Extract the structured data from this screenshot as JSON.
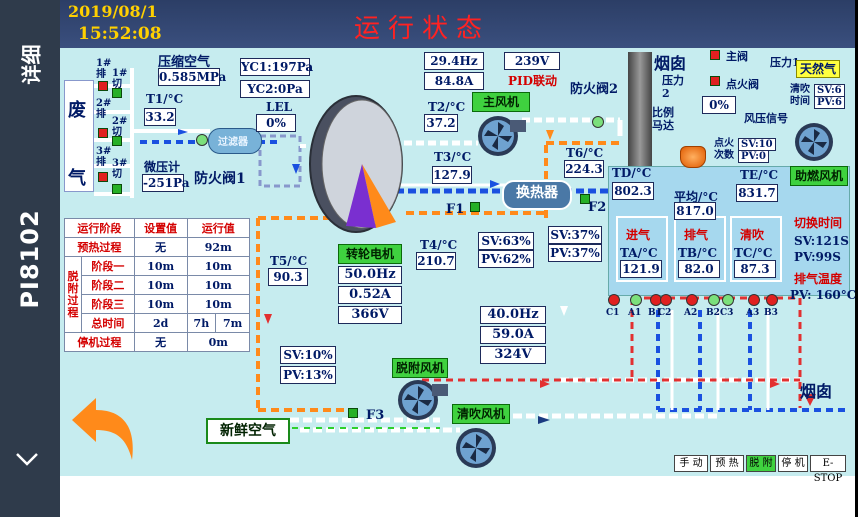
{
  "side": {
    "detail_label": "详细",
    "device_id": "PI8102",
    "back_icon": "chevron-down-icon"
  },
  "header": {
    "date": "2019/08/1",
    "time": "15:52:08",
    "title": "运行状态"
  },
  "waste_gas": {
    "label_top": "废",
    "label_bottom": "气"
  },
  "branches": [
    {
      "name": "1#排",
      "cut": "1#切"
    },
    {
      "name": "2#排",
      "cut": "2#切"
    },
    {
      "name": "3#排",
      "cut": "3#切"
    }
  ],
  "compressed_air": {
    "label": "压缩空气",
    "value": "0.585MPa"
  },
  "t1": {
    "label": "T1/°C",
    "value": "33.2"
  },
  "micro_pressure": {
    "label": "微压计",
    "value": "-251Pa"
  },
  "fire_valve1": "防火阀1",
  "fire_valve2": "防火阀2",
  "filter_label": "过滤器",
  "yc1": "YC1:197Pa",
  "yc2": "YC2:0Pa",
  "lel": {
    "label": "LEL",
    "value": "0%"
  },
  "t2": {
    "label": "T2/°C",
    "value": "37.2"
  },
  "main_fan": {
    "label": "主风机",
    "freq": "29.4Hz",
    "current": "84.8A",
    "voltage": "239V",
    "pid": "PID联动"
  },
  "t3": {
    "label": "T3/°C",
    "value": "127.9"
  },
  "heat_exchanger": "换热器",
  "f1": "F1",
  "f2": "F2",
  "f3": "F3",
  "t4": {
    "label": "T4/°C",
    "value": "210.7"
  },
  "sv63": "SV:63%",
  "pv62": "PV:62%",
  "t5": {
    "label": "T5/°C",
    "value": "90.3"
  },
  "rotor_motor": {
    "label": "转轮电机",
    "freq": "50.0Hz",
    "current": "0.52A",
    "voltage": "366V"
  },
  "t6": {
    "label": "T6/°C",
    "value": "224.3"
  },
  "sv37": "SV:37%",
  "pv37": "PV:37%",
  "chimney_label": "烟囱",
  "chimney_bottom": "烟囱",
  "td": {
    "label": "TD/°C",
    "value": "802.3"
  },
  "tavg": {
    "label": "平均/°C",
    "value": "817.0"
  },
  "te": {
    "label": "TE/°C",
    "value": "831.7"
  },
  "gas": {
    "main_valve": "主阀",
    "ignition_valve": "点火阀",
    "pressure1": "压力1",
    "pressure2": "压力2",
    "gas_label": "天然气",
    "valve_pct": "0%",
    "prop_motor": "比例马达",
    "clean_time": "清吹时间",
    "sv6": "SV:6",
    "pv6": "PV:6",
    "wind_signal": "风压信号",
    "ignition_count": "点火次数",
    "sv10": "SV:10",
    "pv0": "PV:0",
    "aux_fan": "助燃风机"
  },
  "zones": {
    "intake": {
      "title": "进气",
      "label": "TA/°C",
      "value": "121.9"
    },
    "exhaust": {
      "title": "排气",
      "label": "TB/°C",
      "value": "82.0"
    },
    "purge": {
      "title": "清吹",
      "label": "TC/°C",
      "value": "87.3"
    }
  },
  "switch_time": {
    "label": "切换时间",
    "sv": "SV:121S",
    "pv": "PV:99S"
  },
  "exhaust_temp": {
    "label": "排气温度",
    "pv": "PV: 160°C"
  },
  "lamps": [
    "C1",
    "A1",
    "B1",
    "C2",
    "A2",
    "B2",
    "C3",
    "A3",
    "B3"
  ],
  "phase_table": {
    "headers": [
      "运行阶段",
      "设置值",
      "运行值"
    ],
    "preheat": {
      "name": "预热过程",
      "set": "无",
      "run": "92m"
    },
    "desorb_group": "脱附过程",
    "stages": [
      {
        "name": "阶段一",
        "set": "10m",
        "run": "10m"
      },
      {
        "name": "阶段二",
        "set": "10m",
        "run": "10m"
      },
      {
        "name": "阶段三",
        "set": "10m",
        "run": "10m"
      }
    ],
    "total": {
      "name": "总时间",
      "d": "2d",
      "h": "7h",
      "m": "7m"
    },
    "stop": {
      "name": "停机过程",
      "set": "无",
      "run": "0m"
    }
  },
  "desorb_fan": {
    "label": "脱附风机",
    "freq": "40.0Hz",
    "current": "59.0A",
    "voltage": "324V"
  },
  "sv10": "SV:10%",
  "pv13": "PV:13%",
  "fresh_air": "新鲜空气",
  "purge_fan": "清吹风机",
  "mode_buttons": [
    "手 动",
    "预 热",
    "脱 附",
    "停 机",
    "E-STOP"
  ],
  "colors": {
    "background": "#c6ecef",
    "header": "#2c3e66",
    "title": "#ff2222",
    "orange_arrow": "#ff8a1a"
  }
}
